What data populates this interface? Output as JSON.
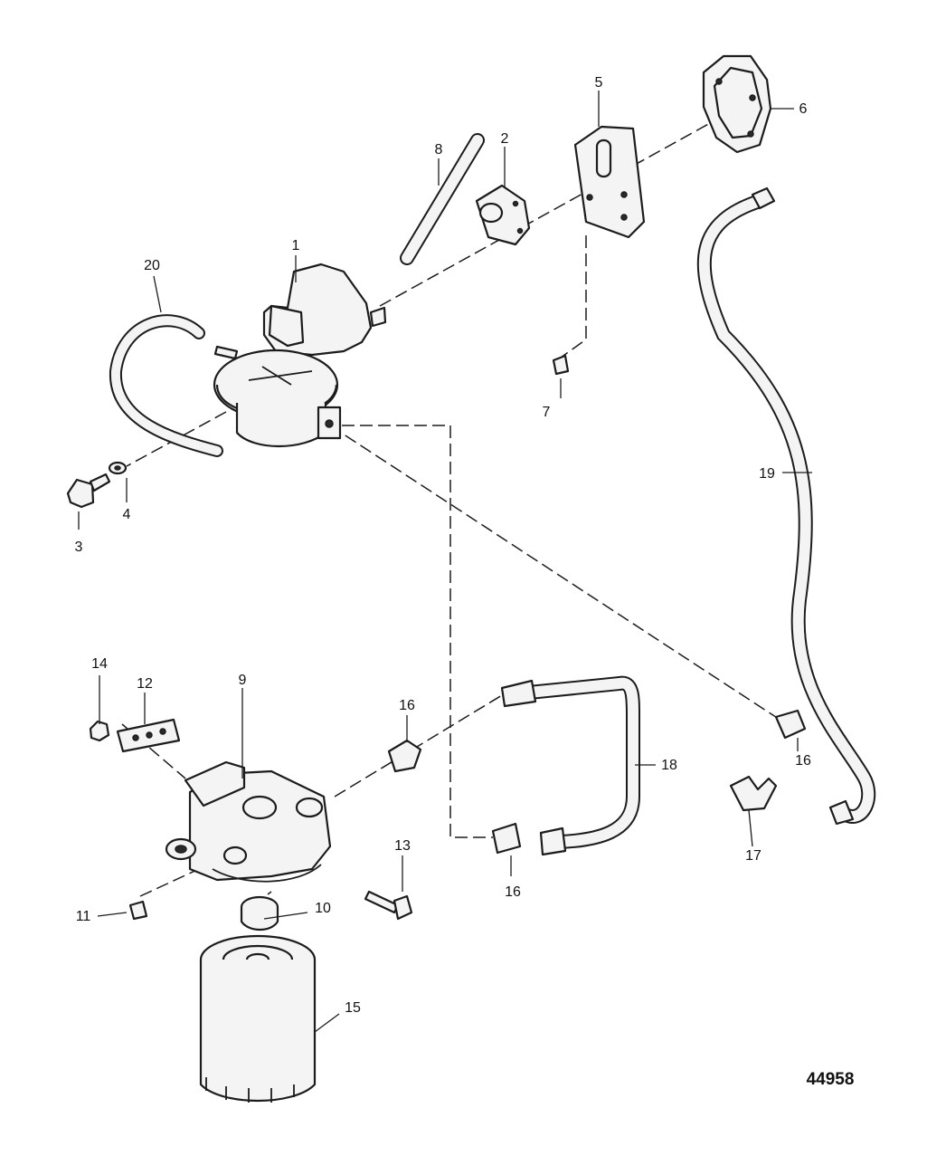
{
  "figure_number": "44958",
  "callouts": {
    "c1": "1",
    "c2": "2",
    "c3": "3",
    "c4": "4",
    "c5": "5",
    "c6": "6",
    "c7": "7",
    "c8": "8",
    "c9": "9",
    "c10": "10",
    "c11": "11",
    "c12": "12",
    "c13": "13",
    "c14": "14",
    "c15": "15",
    "c16a": "16",
    "c16b": "16",
    "c16c": "16",
    "c17": "17",
    "c18": "18",
    "c19": "19",
    "c20": "20"
  }
}
